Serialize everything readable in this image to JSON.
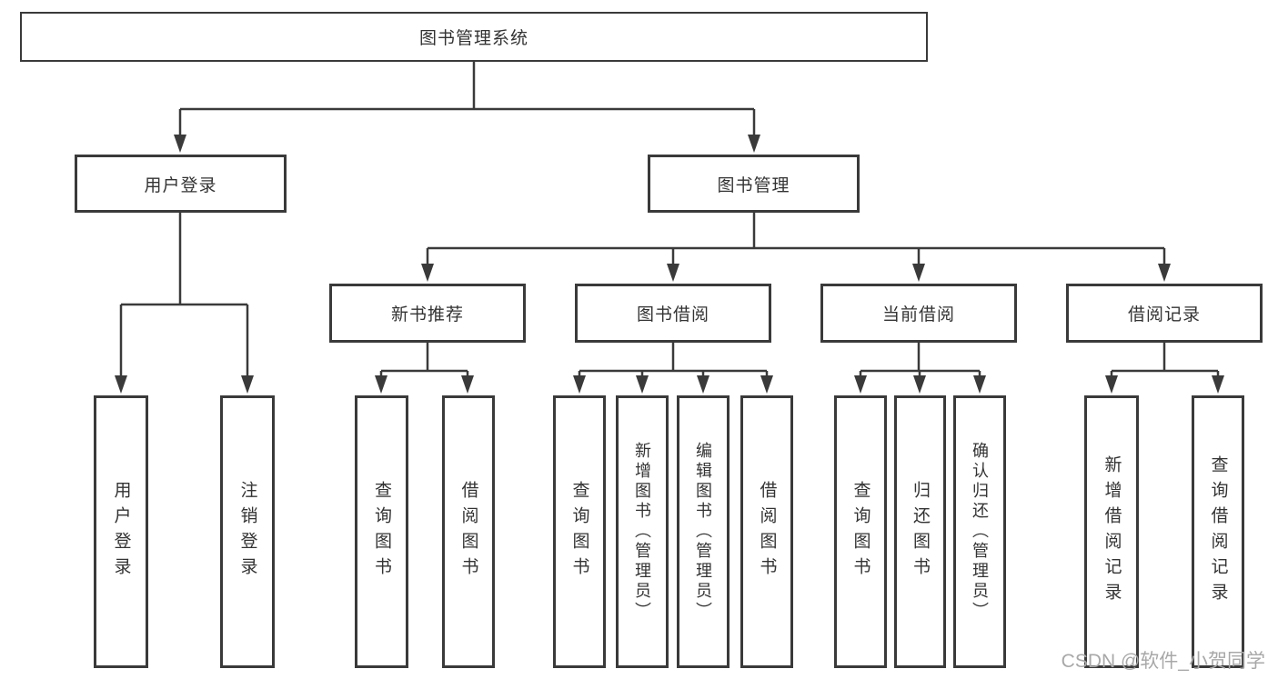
{
  "diagram": {
    "root": "图书管理系统",
    "level2": {
      "user_login": "用户登录",
      "book_mgmt": "图书管理"
    },
    "level3": {
      "new_book": "新书推荐",
      "book_borrow": "图书借阅",
      "current_borrow": "当前借阅",
      "borrow_records": "借阅记录"
    },
    "leaves": {
      "user_login": [
        "用户登录",
        "注销登录"
      ],
      "new_book": [
        "查询图书",
        "借阅图书"
      ],
      "book_borrow": [
        "查询图书",
        "新增图书（管理员）",
        "编辑图书（管理员）",
        "借阅图书"
      ],
      "current_borrow": [
        "查询图书",
        "归还图书",
        "确认归还（管理员）"
      ],
      "borrow_records": [
        "新增借阅记录",
        "查询借阅记录"
      ]
    }
  },
  "watermark": "CSDN @软件_小贺同学",
  "colors": {
    "line": "#3a3a3a",
    "border": "#3a3a3a",
    "text": "#333333",
    "watermark": "#a8a8a8",
    "background": "#ffffff"
  }
}
